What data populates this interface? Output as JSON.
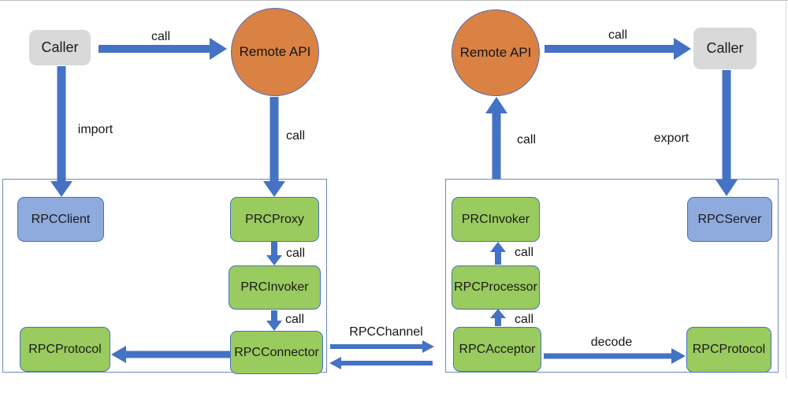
{
  "colors": {
    "arrow_blue": "#4472C4",
    "node_green": "#9ACB5E",
    "node_blue": "#8FAADC",
    "node_gray": "#D9D9D9",
    "remote_api_orange": "#D98244",
    "boundary_border": "#7089C0"
  },
  "client": {
    "caller": "Caller",
    "remote_api": "Remote API",
    "call_caller_to_api": "call",
    "import_label": "import",
    "call_api_to_proxy": "call",
    "rpc_client": "RPCClient",
    "prc_proxy": "PRCProxy",
    "call_proxy_to_invoker": "call",
    "prc_invoker": "PRCInvoker",
    "call_invoker_to_connector": "call",
    "rpc_connector": "RPCConnector",
    "rpc_protocol": "RPCProtocol"
  },
  "channel": {
    "label": "RPCChannel"
  },
  "server": {
    "remote_api": "Remote API",
    "caller": "Caller",
    "call_api_to_caller": "call",
    "export_label": "export",
    "call_invoker_to_api": "call",
    "prc_invoker": "PRCInvoker",
    "call_processor_to_invoker": "call",
    "rpc_processor": "RPCProcessor",
    "call_acceptor_to_processor": "call",
    "rpc_acceptor": "RPCAcceptor",
    "decode_label": "decode",
    "rpc_server": "RPCServer",
    "rpc_protocol": "RPCProtocol"
  }
}
